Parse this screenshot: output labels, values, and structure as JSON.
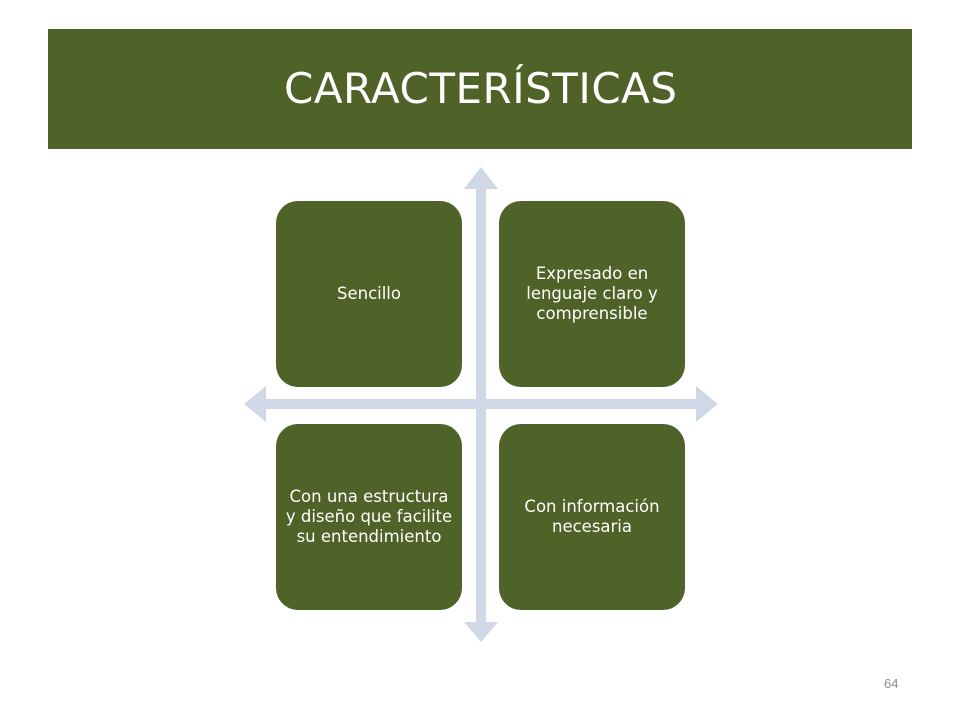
{
  "title": "CARACTERÍSTICAS",
  "boxes": [
    {
      "label": "Sencillo"
    },
    {
      "label": "Expresado en lenguaje claro y comprensible"
    },
    {
      "label": "Con una estructura y diseño que facilite su entendimiento"
    },
    {
      "label": "Con información necesaria"
    }
  ],
  "page_number": "64",
  "colors": {
    "accent_green": "#4f6228",
    "arrow_blue": "#d0d8e8",
    "text_white": "#ffffff"
  }
}
